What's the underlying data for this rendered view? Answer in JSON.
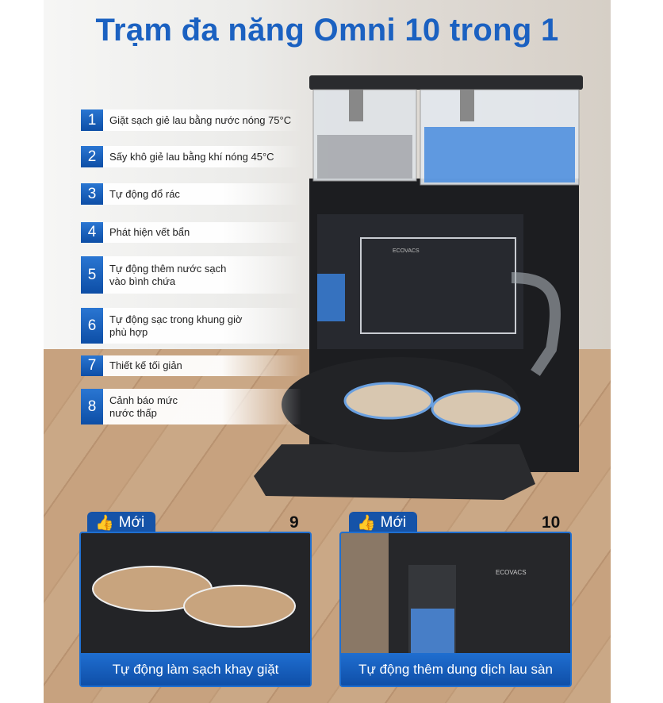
{
  "title": "Trạm đa năng Omni 10 trong 1",
  "features": [
    {
      "num": "1",
      "line1": "Giặt sạch giẻ lau bằng nước nóng 75°C",
      "line2": ""
    },
    {
      "num": "2",
      "line1": "Sấy khô giẻ lau bằng khí nóng 45°C",
      "line2": ""
    },
    {
      "num": "3",
      "line1": "Tự động đổ rác",
      "line2": ""
    },
    {
      "num": "4",
      "line1": "Phát hiện vết bẩn",
      "line2": ""
    },
    {
      "num": "5",
      "line1": "Tự động thêm nước sạch",
      "line2": "vào bình chứa"
    },
    {
      "num": "6",
      "line1": "Tự động sạc trong khung giờ",
      "line2": "phù hợp"
    },
    {
      "num": "7",
      "line1": "Thiết kế tối giản",
      "line2": ""
    },
    {
      "num": "8",
      "line1": "Cảnh báo mức",
      "line2": "nước thấp"
    }
  ],
  "cards": [
    {
      "badge": "Mới",
      "badge_icon": "thumbs-up-icon",
      "num": "9",
      "caption": "Tự động làm sạch khay giặt"
    },
    {
      "badge": "Mới",
      "badge_icon": "thumbs-up-icon",
      "num": "10",
      "caption": "Tự động thêm dung dịch lau sàn"
    }
  ],
  "brand": "ECOVACS",
  "colors": {
    "accent": "#1b61c1",
    "badge": "#1553a8"
  }
}
